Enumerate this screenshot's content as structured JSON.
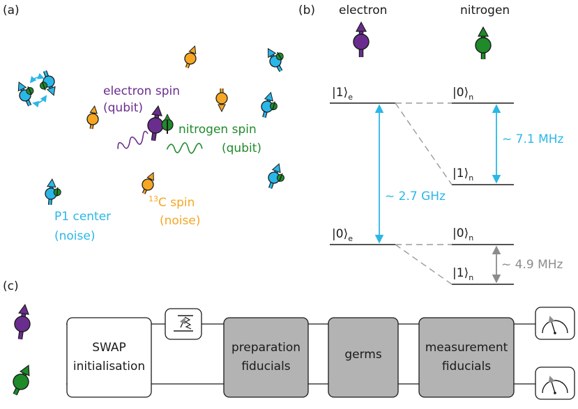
{
  "panels": {
    "a": "(a)",
    "b": "(b)",
    "c": "(c)"
  },
  "panel_a": {
    "electron_spin": {
      "line1": "electron spin",
      "line2": "(qubit)"
    },
    "nitrogen_spin": {
      "line1": "nitrogen spin",
      "line2": "(qubit)"
    },
    "c13_spin": {
      "sup": "13",
      "line1": "C spin",
      "line2": "(noise)"
    },
    "p1_center": {
      "line1": "P1 center",
      "line2": "(noise)"
    }
  },
  "panel_b": {
    "electron_header": "electron",
    "nitrogen_header": "nitrogen",
    "levels": {
      "e1": {
        "ket": "|1⟩",
        "sub": "e"
      },
      "e0": {
        "ket": "|0⟩",
        "sub": "e"
      },
      "n0_upper": {
        "ket": "|0⟩",
        "sub": "n"
      },
      "n1_upper": {
        "ket": "|1⟩",
        "sub": "n"
      },
      "n0_lower": {
        "ket": "|0⟩",
        "sub": "n"
      },
      "n1_lower": {
        "ket": "|1⟩",
        "sub": "n"
      }
    },
    "splittings": {
      "electron": "~ 2.7 GHz",
      "nitrogen_upper": "~ 7.1 MHz",
      "nitrogen_lower": "~ 4.9 MHz"
    }
  },
  "panel_c": {
    "boxes": {
      "swap": {
        "line1": "SWAP",
        "line2": "initialisation"
      },
      "prep": {
        "line1": "preparation",
        "line2": "fiducials"
      },
      "germs": {
        "line1": "germs"
      },
      "meas": {
        "line1": "measurement",
        "line2": "fiducials"
      }
    }
  },
  "colors": {
    "electron": "#6a2d8f",
    "nitrogen": "#1f8a2a",
    "c13": "#f5a623",
    "p1": "#2ab7e8",
    "grey": "#8c8c8c",
    "box_grey": "#b3b3b3"
  },
  "icons": [
    "electron-spin-icon",
    "nitrogen-spin-icon",
    "c13-spin-icon",
    "p1-center-icon",
    "measurement-meter-icon",
    "reset-icon"
  ]
}
